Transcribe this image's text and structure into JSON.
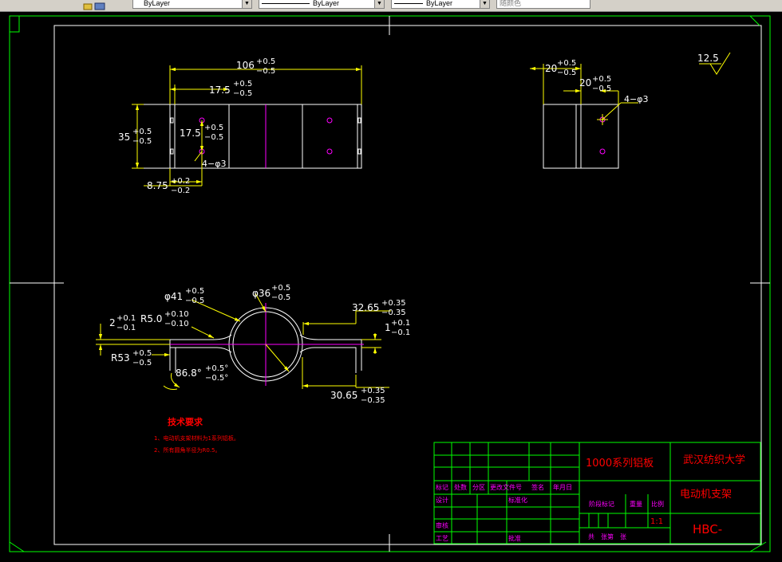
{
  "toolbar": {
    "layer_prop": "ByLayer",
    "linetype": "ByLayer",
    "lineweight": "ByLayer",
    "plotstyle": "随颜色"
  },
  "drawing": {
    "colors": {
      "bg": "#000000",
      "border": "#ffffff",
      "dim": "#ffff00",
      "outline": "#ffffff",
      "center": "#ff00ff",
      "title": "#00ff00",
      "red": "#ff0000",
      "magenta": "#ff00ff"
    },
    "front_view": {
      "d_width": "106",
      "d_width_tol_up": "+0.5",
      "d_width_tol_dn": "−0.5",
      "d_inner": "17.5",
      "d_inner_tol_up": "+0.5",
      "d_inner_tol_dn": "−0.5",
      "d_height": "35",
      "d_height_tol_up": "+0.5",
      "d_height_tol_dn": "−0.5",
      "d_hole_y": "17.5",
      "d_hole_y_tol_up": "+0.5",
      "d_hole_y_tol_dn": "−0.5",
      "d_holes": "4−φ3",
      "d_hole_x": "8.75",
      "d_hole_x_tol_up": "+0.2",
      "d_hole_x_tol_dn": "−0.2"
    },
    "side_view": {
      "d_w1": "20",
      "d_w1_tol_up": "+0.5",
      "d_w1_tol_dn": "−0.5",
      "d_w2": "20",
      "d_w2_tol_up": "+0.5",
      "d_w2_tol_dn": "−0.5",
      "d_holes": "4−φ3"
    },
    "roughness": "12.5",
    "top_view": {
      "d_od": "φ41",
      "d_od_tol_up": "+0.5",
      "d_od_tol_dn": "−0.5",
      "d_id": "φ36",
      "d_id_tol_up": "+0.5",
      "d_id_tol_dn": "−0.5",
      "d_flange": "32.65",
      "d_flange_tol_up": "+0.35",
      "d_flange_tol_dn": "−0.35",
      "d_t1": "1",
      "d_t1_tol_up": "+0.1",
      "d_t1_tol_dn": "−0.1",
      "d_t2": "2",
      "d_t2_tol_up": "+0.1",
      "d_t2_tol_dn": "−0.1",
      "d_r5": "R5.0",
      "d_r5_tol_up": "+0.10",
      "d_r5_tol_dn": "−0.10",
      "d_r53": "R53",
      "d_r53_tol_up": "+0.5",
      "d_r53_tol_dn": "−0.5",
      "d_ang": "86.8°",
      "d_ang_tol_up": "+0.5°",
      "d_ang_tol_dn": "−0.5°",
      "d_base": "30.65",
      "d_base_tol_up": "+0.35",
      "d_base_tol_dn": "−0.35"
    },
    "tech": {
      "title": "技术要求",
      "line1": "1、电动机支架材料为1系列铝板。",
      "line2": "2、所有圆角半径为R0.5。"
    },
    "title_block": {
      "material": "1000系列铝板",
      "school": "武汉纺织大学",
      "part_name": "电动机支架",
      "drawing_no": "HBC-",
      "h_mark": "标记",
      "h_count": "处数",
      "h_zone": "分区",
      "h_docno": "更改文件号",
      "h_sign": "签名",
      "h_date": "年月日",
      "r_design": "设计",
      "r_std": "标准化",
      "r_check": "审核",
      "r_proc": "工艺",
      "r_approve": "批准",
      "h_stage": "阶段标记",
      "h_weight": "重量",
      "h_scale": "比例",
      "scale": "1:1",
      "sheet": "共　张第　张"
    }
  }
}
